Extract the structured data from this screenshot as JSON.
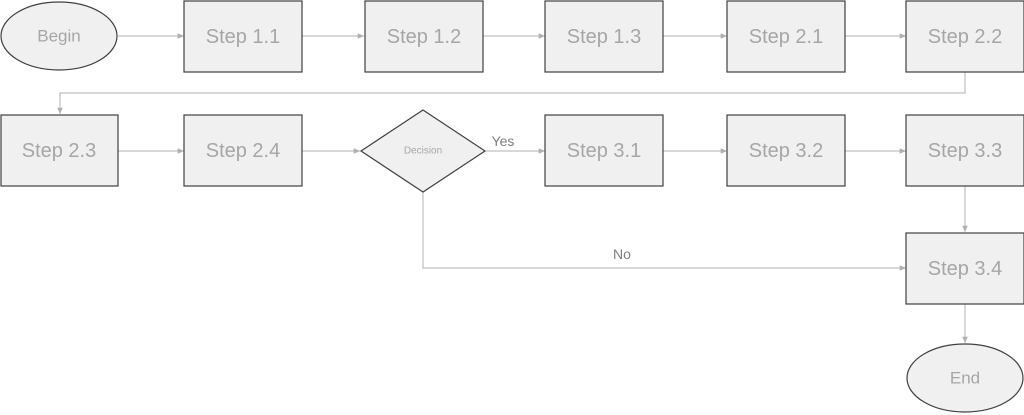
{
  "diagram": {
    "nodes": {
      "begin": "Begin",
      "s11": "Step 1.1",
      "s12": "Step 1.2",
      "s13": "Step 1.3",
      "s21": "Step 2.1",
      "s22": "Step 2.2",
      "s23": "Step 2.3",
      "s24": "Step 2.4",
      "decision": "Decision",
      "s31": "Step 3.1",
      "s32": "Step 3.2",
      "s33": "Step 3.3",
      "s34": "Step 3.4",
      "end": "End"
    },
    "edge_labels": {
      "yes": "Yes",
      "no": "No"
    },
    "colors": {
      "fill": "#f0f0f0",
      "stroke": "#404040",
      "connector": "#b0b0b0",
      "text": "#a6a6a6"
    }
  }
}
